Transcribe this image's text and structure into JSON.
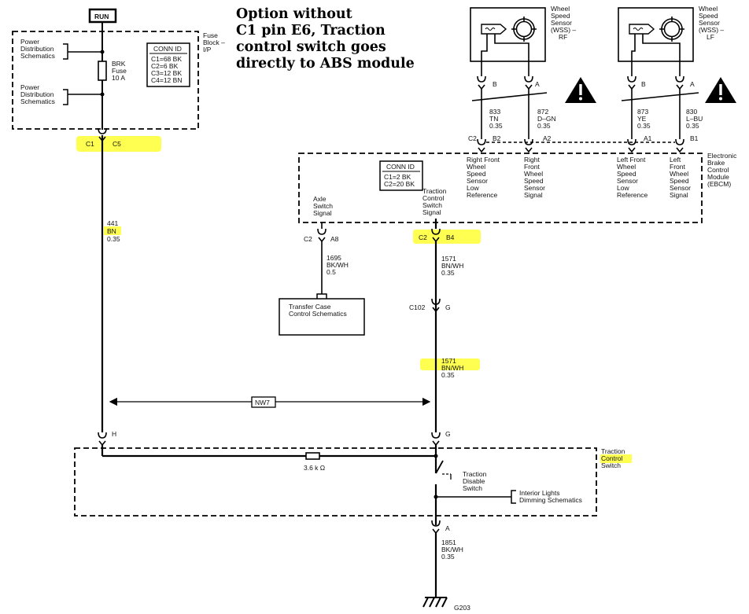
{
  "annotation": {
    "lines": [
      "Option without",
      "C1  pin E6, Traction",
      "control switch goes",
      "directly to ABS module"
    ]
  },
  "colors": {
    "highlight": "#ffff33",
    "wire": "#000000",
    "background": "#ffffff"
  },
  "icons": {
    "warning": "warning-triangle-icon",
    "sensor": "wheel-speed-sensor-icon",
    "ground": "ground-symbol-icon"
  },
  "run_label": "RUN",
  "fuse_block": {
    "label": [
      "Fuse",
      "Block –",
      "I/P"
    ],
    "power1": [
      "Power",
      "Distribution",
      "Schematics"
    ],
    "power2": [
      "Power",
      "Distribution",
      "Schematics"
    ],
    "fuse": [
      "BRK",
      "Fuse",
      "10 A"
    ],
    "conn_id": {
      "title": "CONN ID",
      "lines": [
        "C1=68 BK",
        "C2=6 BK",
        "C3=12 BK",
        "C4=12 BN"
      ]
    },
    "conn_c1": "C1",
    "pin_c5": "C5"
  },
  "wire_441": [
    "441",
    "BN",
    "0.35"
  ],
  "sensors": {
    "rf": {
      "label": [
        "Wheel",
        "Speed",
        "Sensor",
        "(WSS) –",
        "RF"
      ],
      "pin_b": "B",
      "pin_a": "A"
    },
    "lf": {
      "label": [
        "Wheel",
        "Speed",
        "Sensor",
        "(WSS) –",
        "LF"
      ],
      "pin_b": "B",
      "pin_a": "A"
    }
  },
  "wires_top": [
    [
      "833",
      "TN",
      "0.35"
    ],
    [
      "872",
      "D–GN",
      "0.35"
    ],
    [
      "873",
      "YE",
      "0.35"
    ],
    [
      "830",
      "L–BU",
      "0.35"
    ]
  ],
  "ebcm": {
    "label": [
      "Electronic",
      "Brake",
      "Control",
      "Module",
      "(EBCM)"
    ],
    "conn_id": {
      "title": "CONN ID",
      "lines": [
        "C1=2 BK",
        "C2=20 BK"
      ]
    },
    "conn_c2": "C2",
    "pins_top": [
      "B2",
      "A2",
      "A1",
      "B1"
    ],
    "sig_rf_low": [
      "Right Front",
      "Wheel",
      "Speed",
      "Sensor",
      "Low",
      "Reference"
    ],
    "sig_rf": [
      "Right",
      "Front",
      "Wheel",
      "Speed",
      "Sensor",
      "Signal"
    ],
    "sig_lf_low": [
      "Left Front",
      "Wheel",
      "Speed",
      "Sensor",
      "Low",
      "Reference"
    ],
    "sig_lf": [
      "Left",
      "Front",
      "Wheel",
      "Speed",
      "Sensor",
      "Signal"
    ],
    "sig_axle": [
      "Axle",
      "Switch",
      "Signal"
    ],
    "sig_traction": [
      "Traction",
      "Control",
      "Switch",
      "Signal"
    ],
    "conn_axle": "C2",
    "pin_a8": "A8",
    "conn_traction": "C2",
    "pin_b4": "B4"
  },
  "wire_1695": [
    "1695",
    "BK/WH",
    "0.5"
  ],
  "transfer_case": [
    "Transfer Case",
    "Control Schematics"
  ],
  "wire_1571a": [
    "1571",
    "BN/WH",
    "0.35"
  ],
  "c102": "C102",
  "pin_g1": "G",
  "wire_1571b": [
    "1571",
    "BN/WH",
    "0.35"
  ],
  "nw7": "NW7",
  "pin_h": "H",
  "pin_g2": "G",
  "traction_switch": {
    "label": [
      "Traction",
      "Control",
      "Switch"
    ],
    "resistor": "3.6 k Ω",
    "disable": [
      "Traction",
      "Disable",
      "Switch"
    ],
    "interior": [
      "Interior Lights",
      "Dimming Schematics"
    ],
    "pin_a": "A"
  },
  "wire_1851": [
    "1851",
    "BK/WH",
    "0.35"
  ],
  "ground": "G203"
}
